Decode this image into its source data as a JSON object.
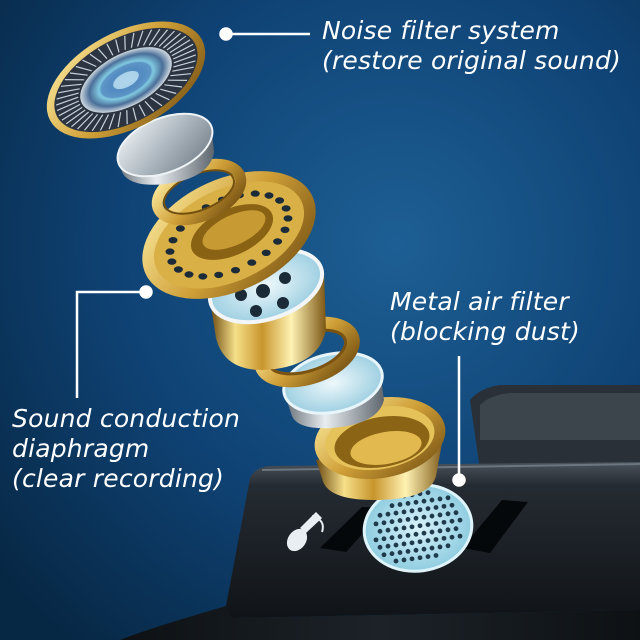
{
  "callouts": {
    "noise_filter": {
      "line1": "Noise filter system",
      "line2": "(restore original sound)"
    },
    "metal_air_filter": {
      "line1": "Metal air filter",
      "line2": "(blocking dust)"
    },
    "sound_conduction": {
      "line1": "Sound conduction",
      "line2": "diaphragm",
      "line3": "(clear recording)"
    }
  },
  "colors": {
    "background": "#0d3a62",
    "gold": "#d8b545",
    "device_body": "#1b2026",
    "mesh": "#bfe8f4",
    "label_text": "#ffffff"
  },
  "icons": [
    "microphone-icon"
  ]
}
